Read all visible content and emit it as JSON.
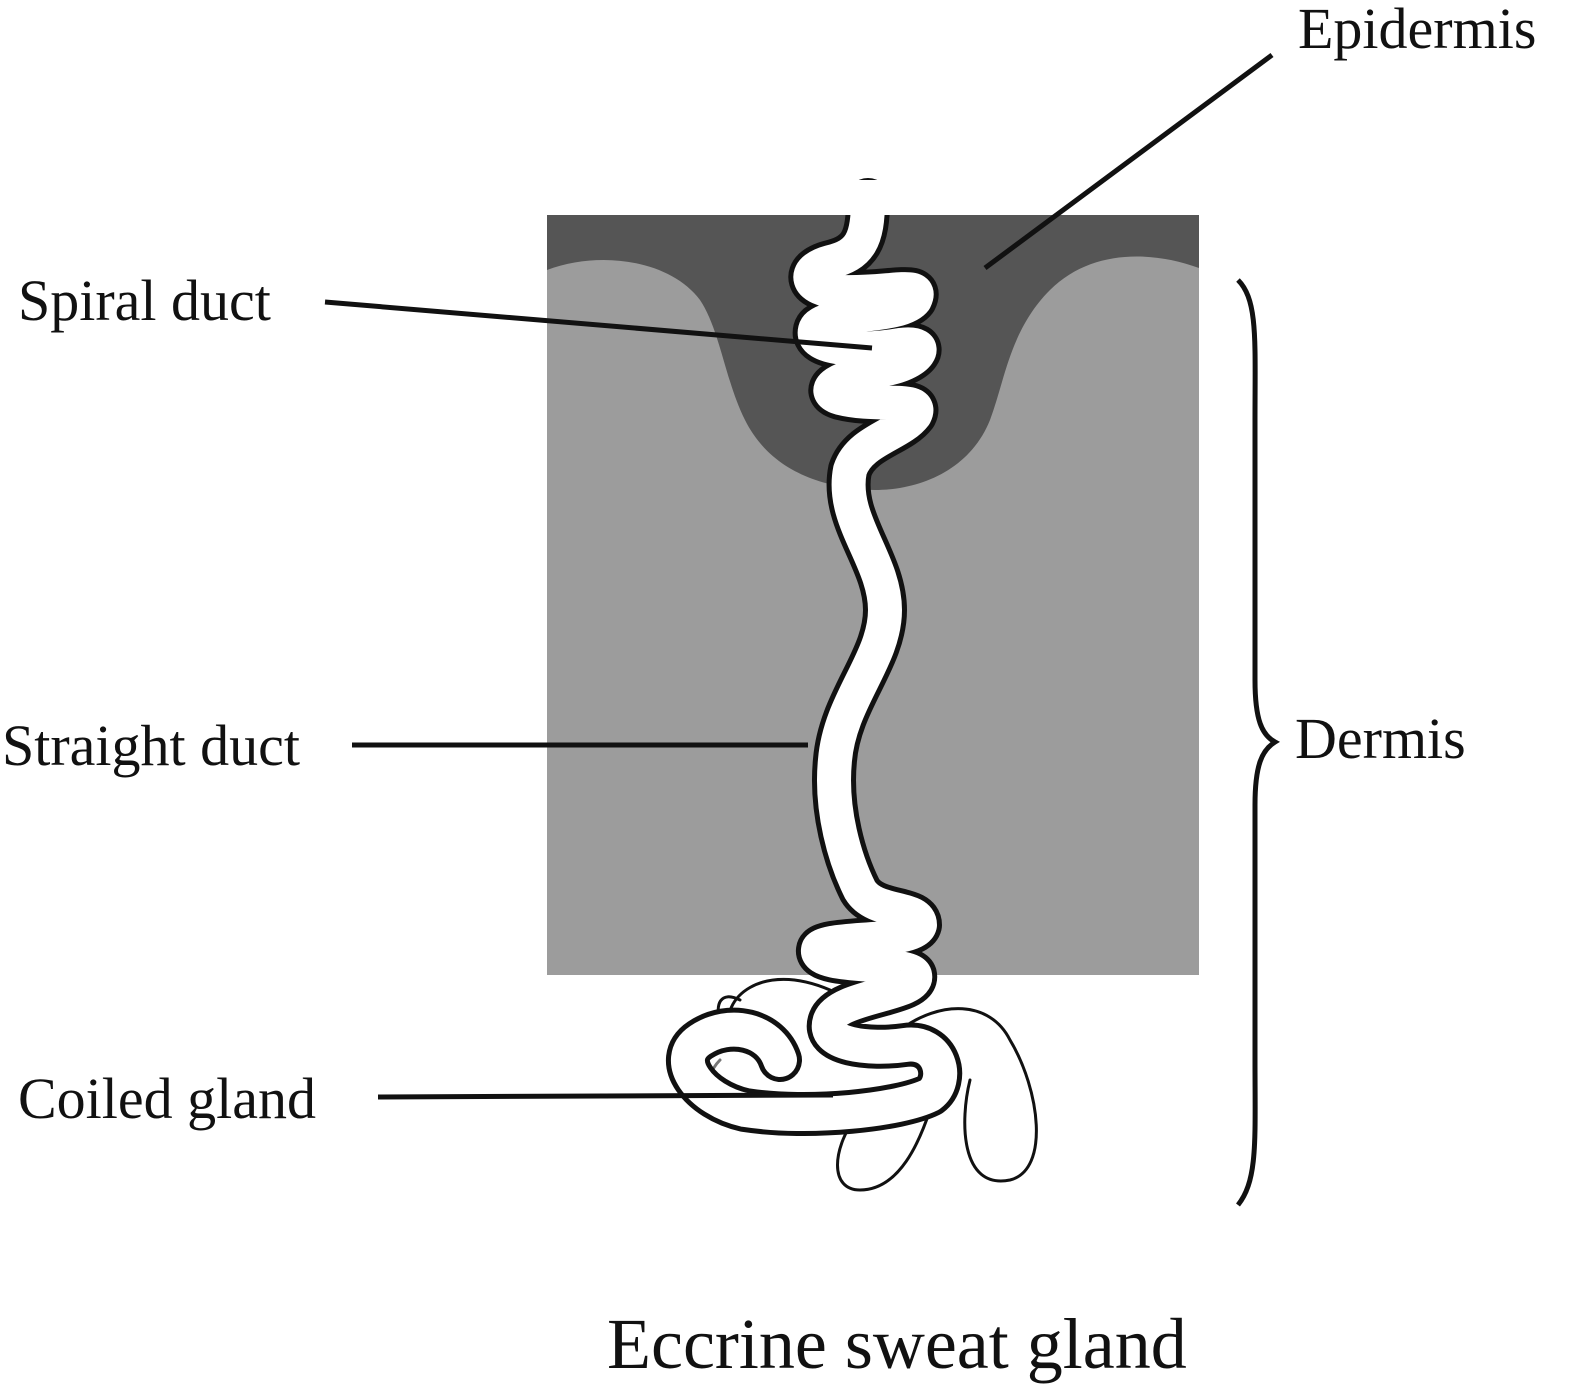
{
  "title": "Eccrine sweat gland",
  "labels": {
    "epidermis": "Epidermis",
    "spiral_duct": "Spiral duct",
    "straight_duct": "Straight duct",
    "coiled_gland": "Coiled gland",
    "dermis": "Dermis"
  },
  "colors": {
    "epidermis": "#555555",
    "dermis": "#9c9c9c",
    "duct_fill": "#ffffff",
    "outline": "#111111"
  }
}
